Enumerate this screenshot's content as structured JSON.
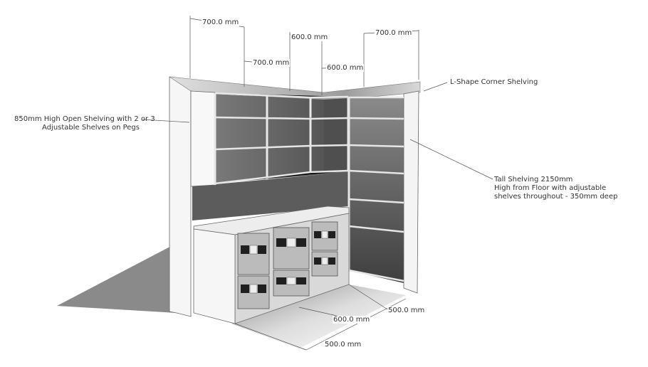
{
  "diagram": {
    "title": "L-Shape Corner Shelving",
    "annotations": {
      "corner": "L-Shape Corner Shelving",
      "open_shelving_line1": "850mm High Open Shelving with 2 or 3",
      "open_shelving_line2": "Adjustable Shelves on Pegs",
      "tall_line1": "Tall Shelving 2150mm",
      "tall_line2": "High from Floor with adjustable",
      "tall_line3": "shelves throughout - 350mm deep"
    },
    "dimensions": {
      "top_left_outer": "700.0 mm",
      "top_left_inner": "700.0 mm",
      "top_corner_outer": "600.0 mm",
      "top_corner_inner": "600.0 mm",
      "top_right": "700.0 mm",
      "floor_depth_right": "500.0 mm",
      "floor_width": "600.0 mm",
      "floor_depth_left": "500.0 mm"
    },
    "colors": {
      "panel_white": "#f4f4f4",
      "shelf_dark": "#6e6e6e",
      "shelf_mid": "#9a9a9a",
      "shadow": "#8a8a8a",
      "line": "#555555"
    }
  }
}
